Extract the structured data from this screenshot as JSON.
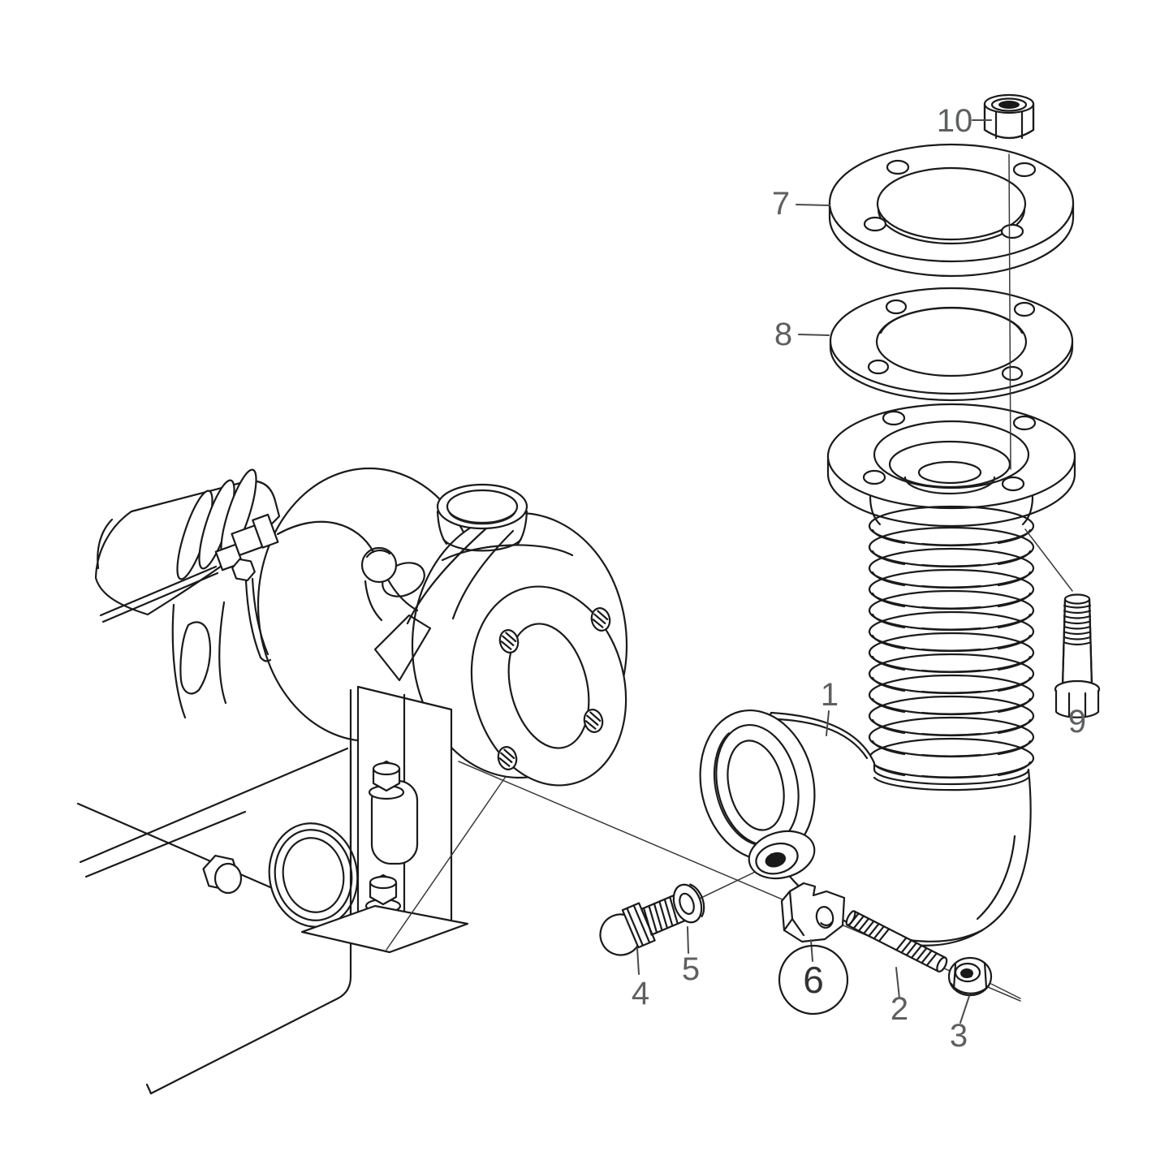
{
  "diagram": {
    "parts": [
      {
        "number": "1"
      },
      {
        "number": "2"
      },
      {
        "number": "3"
      },
      {
        "number": "4"
      },
      {
        "number": "5"
      },
      {
        "number": "6"
      },
      {
        "number": "7"
      },
      {
        "number": "8"
      },
      {
        "number": "9"
      },
      {
        "number": "10"
      }
    ],
    "highlight": {
      "part_number": "6",
      "ring_color": "#2b7a33",
      "fill_color": "#e7eee6"
    },
    "colors": {
      "line": "#1a1a1a",
      "label": "#5d5f61",
      "background": "#ffffff"
    }
  }
}
